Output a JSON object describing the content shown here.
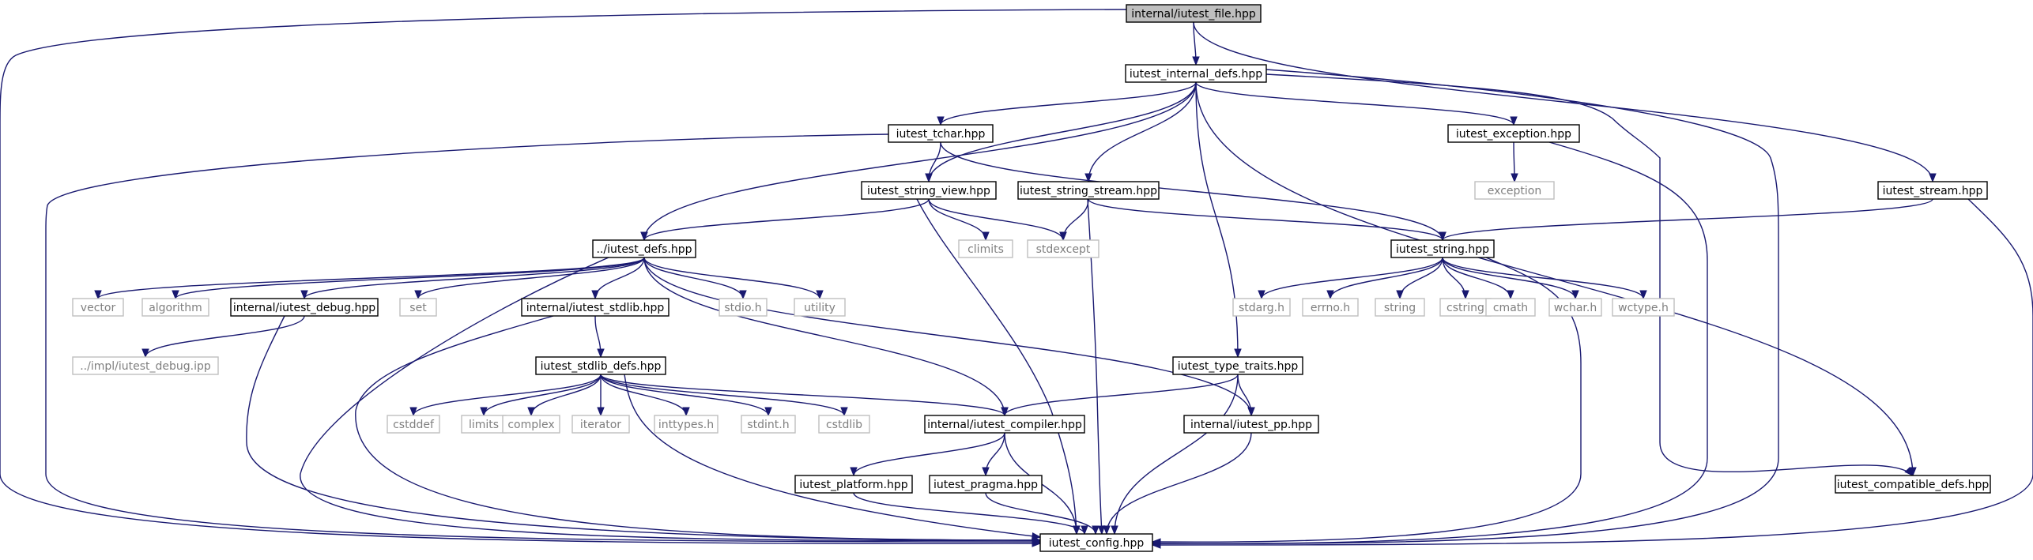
{
  "diagram": {
    "type": "include-dependency-graph",
    "colors": {
      "edge": "#191970",
      "root_fill": "#bfbfbf",
      "node_border": "#000000",
      "external_border": "#bfbfbf",
      "external_text": "#7f7f7f"
    },
    "nodes": [
      {
        "id": "iutest_file",
        "label": "internal/iutest_file.hpp",
        "kind": "root"
      },
      {
        "id": "internal_defs",
        "label": "iutest_internal_defs.hpp",
        "kind": "normal"
      },
      {
        "id": "tchar",
        "label": "iutest_tchar.hpp",
        "kind": "normal"
      },
      {
        "id": "exception_hpp",
        "label": "iutest_exception.hpp",
        "kind": "normal"
      },
      {
        "id": "exception",
        "label": "exception",
        "kind": "external"
      },
      {
        "id": "stream",
        "label": "iutest_stream.hpp",
        "kind": "normal"
      },
      {
        "id": "string_view",
        "label": "iutest_string_view.hpp",
        "kind": "normal"
      },
      {
        "id": "string_stream",
        "label": "iutest_string_stream.hpp",
        "kind": "normal"
      },
      {
        "id": "climits",
        "label": "climits",
        "kind": "external"
      },
      {
        "id": "stdexcept",
        "label": "stdexcept",
        "kind": "external"
      },
      {
        "id": "defs",
        "label": "../iutest_defs.hpp",
        "kind": "normal"
      },
      {
        "id": "string_hpp",
        "label": "iutest_string.hpp",
        "kind": "normal"
      },
      {
        "id": "vector",
        "label": "vector",
        "kind": "external"
      },
      {
        "id": "algorithm",
        "label": "algorithm",
        "kind": "external"
      },
      {
        "id": "debug",
        "label": "internal/iutest_debug.hpp",
        "kind": "normal"
      },
      {
        "id": "set",
        "label": "set",
        "kind": "external"
      },
      {
        "id": "stdlib",
        "label": "internal/iutest_stdlib.hpp",
        "kind": "normal"
      },
      {
        "id": "stdio",
        "label": "stdio.h",
        "kind": "external"
      },
      {
        "id": "utility",
        "label": "utility",
        "kind": "external"
      },
      {
        "id": "stdarg",
        "label": "stdarg.h",
        "kind": "external"
      },
      {
        "id": "errno",
        "label": "errno.h",
        "kind": "external"
      },
      {
        "id": "string",
        "label": "string",
        "kind": "external"
      },
      {
        "id": "cstring",
        "label": "cstring",
        "kind": "external"
      },
      {
        "id": "cmath",
        "label": "cmath",
        "kind": "external"
      },
      {
        "id": "wchar",
        "label": "wchar.h",
        "kind": "external"
      },
      {
        "id": "wctype",
        "label": "wctype.h",
        "kind": "external"
      },
      {
        "id": "debug_ipp",
        "label": "../impl/iutest_debug.ipp",
        "kind": "external"
      },
      {
        "id": "stdlib_defs",
        "label": "iutest_stdlib_defs.hpp",
        "kind": "normal"
      },
      {
        "id": "type_traits",
        "label": "iutest_type_traits.hpp",
        "kind": "normal"
      },
      {
        "id": "cstddef",
        "label": "cstddef",
        "kind": "external"
      },
      {
        "id": "limits",
        "label": "limits",
        "kind": "external"
      },
      {
        "id": "complex",
        "label": "complex",
        "kind": "external"
      },
      {
        "id": "iterator",
        "label": "iterator",
        "kind": "external"
      },
      {
        "id": "inttypes",
        "label": "inttypes.h",
        "kind": "external"
      },
      {
        "id": "stdint",
        "label": "stdint.h",
        "kind": "external"
      },
      {
        "id": "cstdlib",
        "label": "cstdlib",
        "kind": "external"
      },
      {
        "id": "compiler",
        "label": "internal/iutest_compiler.hpp",
        "kind": "normal"
      },
      {
        "id": "pp",
        "label": "internal/iutest_pp.hpp",
        "kind": "normal"
      },
      {
        "id": "platform",
        "label": "iutest_platform.hpp",
        "kind": "normal"
      },
      {
        "id": "pragma",
        "label": "iutest_pragma.hpp",
        "kind": "normal"
      },
      {
        "id": "compatible_defs",
        "label": "iutest_compatible_defs.hpp",
        "kind": "normal"
      },
      {
        "id": "config",
        "label": "iutest_config.hpp",
        "kind": "normal"
      }
    ],
    "edges": [
      [
        "iutest_file",
        "internal_defs"
      ],
      [
        "iutest_file",
        "stream"
      ],
      [
        "iutest_file",
        "config"
      ],
      [
        "internal_defs",
        "defs"
      ],
      [
        "internal_defs",
        "tchar"
      ],
      [
        "internal_defs",
        "string_view"
      ],
      [
        "internal_defs",
        "string_stream"
      ],
      [
        "internal_defs",
        "type_traits"
      ],
      [
        "internal_defs",
        "exception_hpp"
      ],
      [
        "internal_defs",
        "config"
      ],
      [
        "internal_defs",
        "compatible_defs"
      ],
      [
        "tchar",
        "string_view"
      ],
      [
        "tchar",
        "string_hpp"
      ],
      [
        "tchar",
        "config"
      ],
      [
        "exception_hpp",
        "exception"
      ],
      [
        "exception_hpp",
        "config"
      ],
      [
        "stream",
        "string_hpp"
      ],
      [
        "stream",
        "config"
      ],
      [
        "string_view",
        "defs"
      ],
      [
        "string_view",
        "climits"
      ],
      [
        "string_view",
        "stdexcept"
      ],
      [
        "string_view",
        "config"
      ],
      [
        "string_stream",
        "stdexcept"
      ],
      [
        "string_stream",
        "string_hpp"
      ],
      [
        "string_stream",
        "config"
      ],
      [
        "defs",
        "vector"
      ],
      [
        "defs",
        "algorithm"
      ],
      [
        "defs",
        "debug"
      ],
      [
        "defs",
        "set"
      ],
      [
        "defs",
        "stdlib"
      ],
      [
        "defs",
        "stdio"
      ],
      [
        "defs",
        "utility"
      ],
      [
        "defs",
        "compiler"
      ],
      [
        "defs",
        "pp"
      ],
      [
        "defs",
        "config"
      ],
      [
        "string_hpp",
        "stdarg"
      ],
      [
        "string_hpp",
        "errno"
      ],
      [
        "string_hpp",
        "string"
      ],
      [
        "string_hpp",
        "cstring"
      ],
      [
        "string_hpp",
        "cmath"
      ],
      [
        "string_hpp",
        "wchar"
      ],
      [
        "string_hpp",
        "wctype"
      ],
      [
        "string_hpp",
        "config"
      ],
      [
        "debug",
        "debug_ipp"
      ],
      [
        "debug",
        "config"
      ],
      [
        "stdlib",
        "stdlib_defs"
      ],
      [
        "stdlib",
        "config"
      ],
      [
        "stdlib_defs",
        "cstddef"
      ],
      [
        "stdlib_defs",
        "limits"
      ],
      [
        "stdlib_defs",
        "complex"
      ],
      [
        "stdlib_defs",
        "iterator"
      ],
      [
        "stdlib_defs",
        "inttypes"
      ],
      [
        "stdlib_defs",
        "stdint"
      ],
      [
        "stdlib_defs",
        "cstdlib"
      ],
      [
        "stdlib_defs",
        "compiler"
      ],
      [
        "stdlib_defs",
        "config"
      ],
      [
        "type_traits",
        "compiler"
      ],
      [
        "type_traits",
        "pp"
      ],
      [
        "type_traits",
        "config"
      ],
      [
        "compiler",
        "platform"
      ],
      [
        "compiler",
        "pragma"
      ],
      [
        "compiler",
        "config"
      ],
      [
        "pp",
        "config"
      ],
      [
        "platform",
        "config"
      ],
      [
        "pragma",
        "config"
      ],
      [
        "compatible_defs",
        "config"
      ]
    ]
  }
}
